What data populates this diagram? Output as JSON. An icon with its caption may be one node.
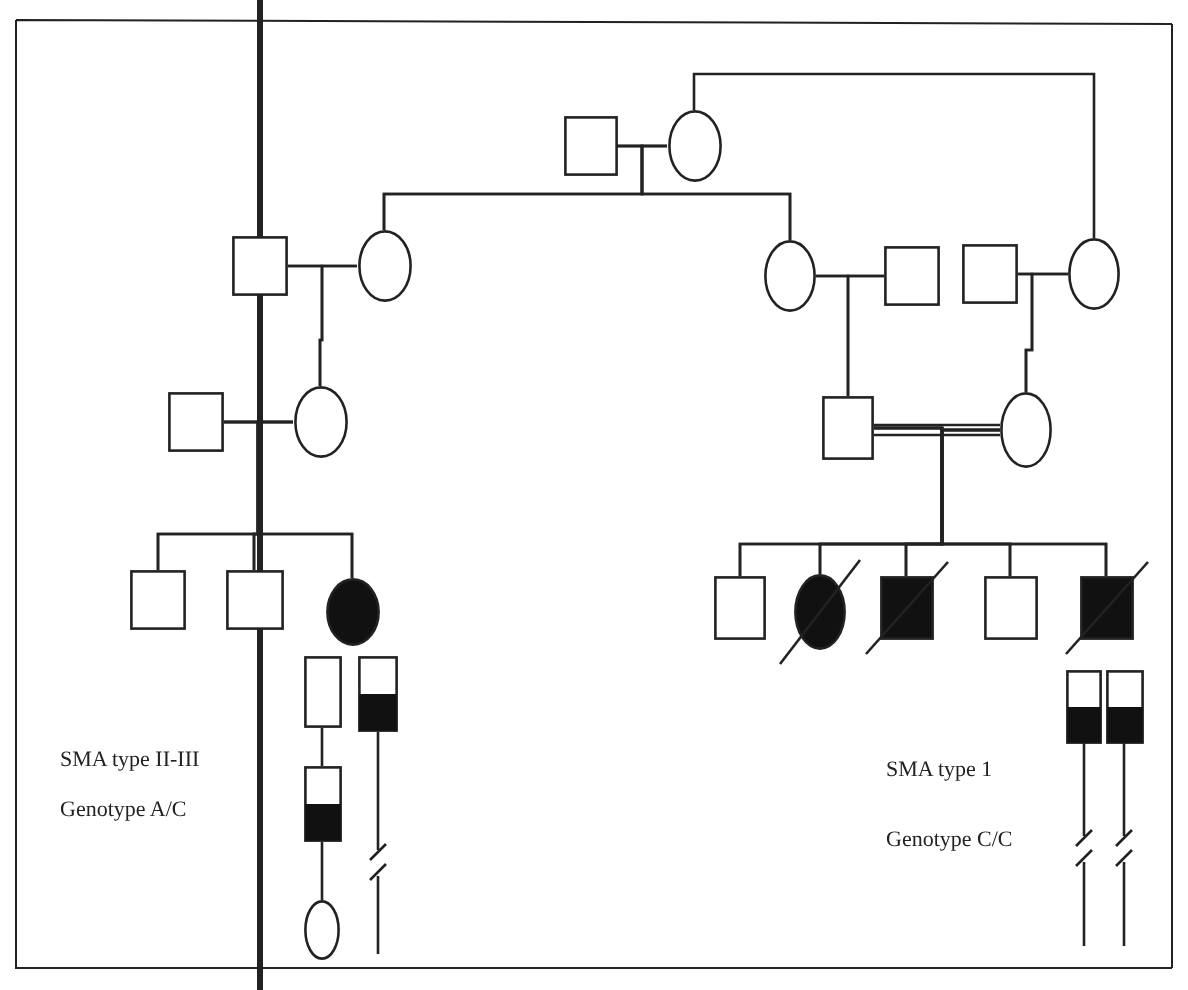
{
  "diagram": {
    "nodes": [
      {
        "text": [],
        "shape": "box"
      },
      {
        "text": [],
        "shape": "circle"
      },
      {
        "text": [],
        "shape": "box"
      },
      {
        "text": [],
        "shape": "circle"
      },
      {
        "text": [],
        "shape": "circle"
      },
      {
        "text": [],
        "shape": "box"
      },
      {
        "text": [],
        "shape": "box"
      },
      {
        "text": [],
        "shape": "circle"
      },
      {
        "text": [],
        "shape": "box"
      },
      {
        "text": [],
        "shape": "circle"
      },
      {
        "text": [],
        "shape": "box"
      },
      {
        "text": [],
        "shape": "circle"
      },
      {
        "text": [],
        "shape": "box"
      },
      {
        "text": [],
        "shape": "box"
      },
      {
        "text": [],
        "shape": "circle"
      },
      {
        "text": [],
        "shape": "box"
      },
      {
        "text": [],
        "shape": "circle"
      },
      {
        "text": [],
        "shape": "box"
      },
      {
        "text": [],
        "shape": "box"
      },
      {
        "text": [],
        "shape": "box"
      },
      {
        "text": [],
        "shape": "bar"
      },
      {
        "text": [],
        "shape": "bar"
      },
      {
        "text": [],
        "shape": "bar"
      },
      {
        "text": [],
        "shape": "circle"
      },
      {
        "text": [],
        "shape": "bar"
      },
      {
        "text": [],
        "shape": "bar"
      }
    ],
    "edges": [
      {
        "from": 0,
        "to": 1,
        "arrow": "none"
      },
      {
        "from": 1,
        "to": 7,
        "arrow": "none"
      },
      {
        "from": 0,
        "to": 3,
        "arrow": "none"
      },
      {
        "from": 1,
        "to": 3,
        "arrow": "none"
      },
      {
        "from": 0,
        "to": 4,
        "arrow": "none"
      },
      {
        "from": 1,
        "to": 4,
        "arrow": "none"
      },
      {
        "from": 2,
        "to": 3,
        "arrow": "none"
      },
      {
        "from": 4,
        "to": 5,
        "arrow": "none"
      },
      {
        "from": 6,
        "to": 7,
        "arrow": "none"
      },
      {
        "from": 2,
        "to": 9,
        "arrow": "none"
      },
      {
        "from": 3,
        "to": 9,
        "arrow": "none"
      },
      {
        "from": 4,
        "to": 10,
        "arrow": "none"
      },
      {
        "from": 5,
        "to": 10,
        "arrow": "none"
      },
      {
        "from": 6,
        "to": 11,
        "arrow": "none"
      },
      {
        "from": 7,
        "to": 11,
        "arrow": "none"
      },
      {
        "from": 8,
        "to": 9,
        "arrow": "none"
      },
      {
        "from": 10,
        "to": 11,
        "arrow": "none"
      },
      {
        "from": 8,
        "to": 12,
        "arrow": "none"
      },
      {
        "from": 9,
        "to": 12,
        "arrow": "none"
      },
      {
        "from": 8,
        "to": 13,
        "arrow": "none"
      },
      {
        "from": 9,
        "to": 13,
        "arrow": "none"
      },
      {
        "from": 8,
        "to": 14,
        "arrow": "none"
      },
      {
        "from": 9,
        "to": 14,
        "arrow": "none"
      },
      {
        "from": 10,
        "to": 15,
        "arrow": "none"
      },
      {
        "from": 11,
        "to": 15,
        "arrow": "none"
      },
      {
        "from": 10,
        "to": 16,
        "arrow": "none"
      },
      {
        "from": 11,
        "to": 16,
        "arrow": "none"
      },
      {
        "from": 10,
        "to": 17,
        "arrow": "none"
      },
      {
        "from": 11,
        "to": 17,
        "arrow": "none"
      },
      {
        "from": 10,
        "to": 18,
        "arrow": "none"
      },
      {
        "from": 11,
        "to": 18,
        "arrow": "none"
      },
      {
        "from": 10,
        "to": 19,
        "arrow": "none"
      },
      {
        "from": 11,
        "to": 19,
        "arrow": "none"
      },
      {
        "from": 20,
        "to": 22,
        "arrow": "none"
      },
      {
        "from": 22,
        "to": 23,
        "arrow": "none"
      },
      {
        "from": 21,
        "to": null,
        "arrow": "none"
      },
      {
        "from": 24,
        "to": null,
        "arrow": "none"
      },
      {
        "from": 25,
        "to": null,
        "arrow": "none"
      }
    ],
    "labels": [
      "SMA type II-III",
      "Genotype A/C",
      "SMA type 1",
      "Genotype C/C"
    ]
  }
}
